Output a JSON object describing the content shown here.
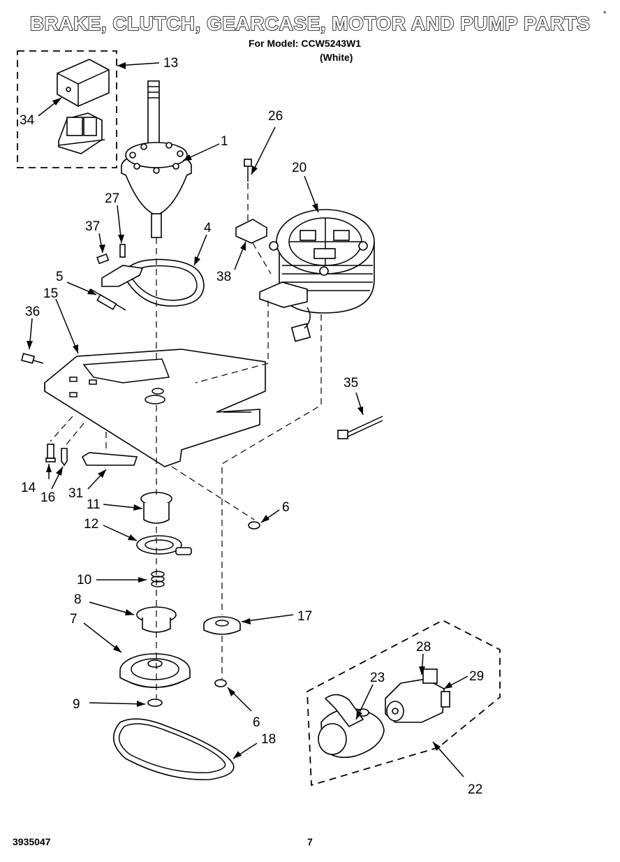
{
  "header": {
    "title": "BRAKE, CLUTCH, GEARCASE, MOTOR AND PUMP PARTS",
    "subtitle_model": "For Model: CCW5243W1",
    "subtitle_color": "(White)",
    "mark": "*"
  },
  "footer": {
    "doc_number": "3935047",
    "page_number": "7"
  },
  "callouts": {
    "c1": "1",
    "c4": "4",
    "c5": "5",
    "c6a": "6",
    "c6b": "6",
    "c7": "7",
    "c8": "8",
    "c9": "9",
    "c10": "10",
    "c11": "11",
    "c12": "12",
    "c13": "13",
    "c14": "14",
    "c15": "15",
    "c16": "16",
    "c17": "17",
    "c18": "18",
    "c20": "20",
    "c22": "22",
    "c23": "23",
    "c26": "26",
    "c27": "27",
    "c28": "28",
    "c29": "29",
    "c31": "31",
    "c34": "34",
    "c35": "35",
    "c36": "36",
    "c37": "37",
    "c38": "38"
  }
}
